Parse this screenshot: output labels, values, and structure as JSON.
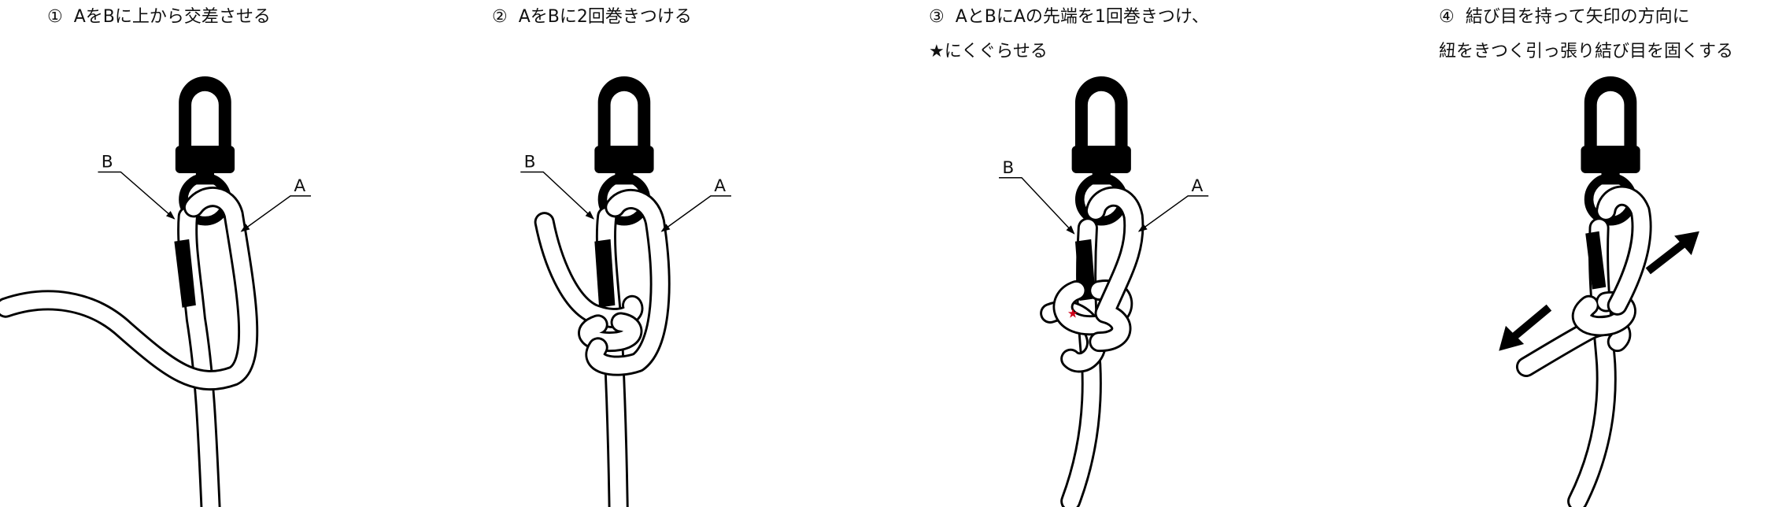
{
  "steps": [
    {
      "number": "①",
      "lines": [
        "AをBに上から交差させる"
      ]
    },
    {
      "number": "②",
      "lines": [
        "AをBに2回巻きつける"
      ]
    },
    {
      "number": "③",
      "lines": [
        "AとBにAの先端を1回巻きつけ、",
        "★にくぐらせる"
      ]
    },
    {
      "number": "④",
      "lines": [
        "結び目を持って矢印の方向に",
        "紐をきつく引っ張り結び目を固くする"
      ]
    }
  ],
  "labels": {
    "a": "A",
    "b": "B"
  },
  "colors": {
    "star": "#d0021b",
    "line": "#000000"
  }
}
